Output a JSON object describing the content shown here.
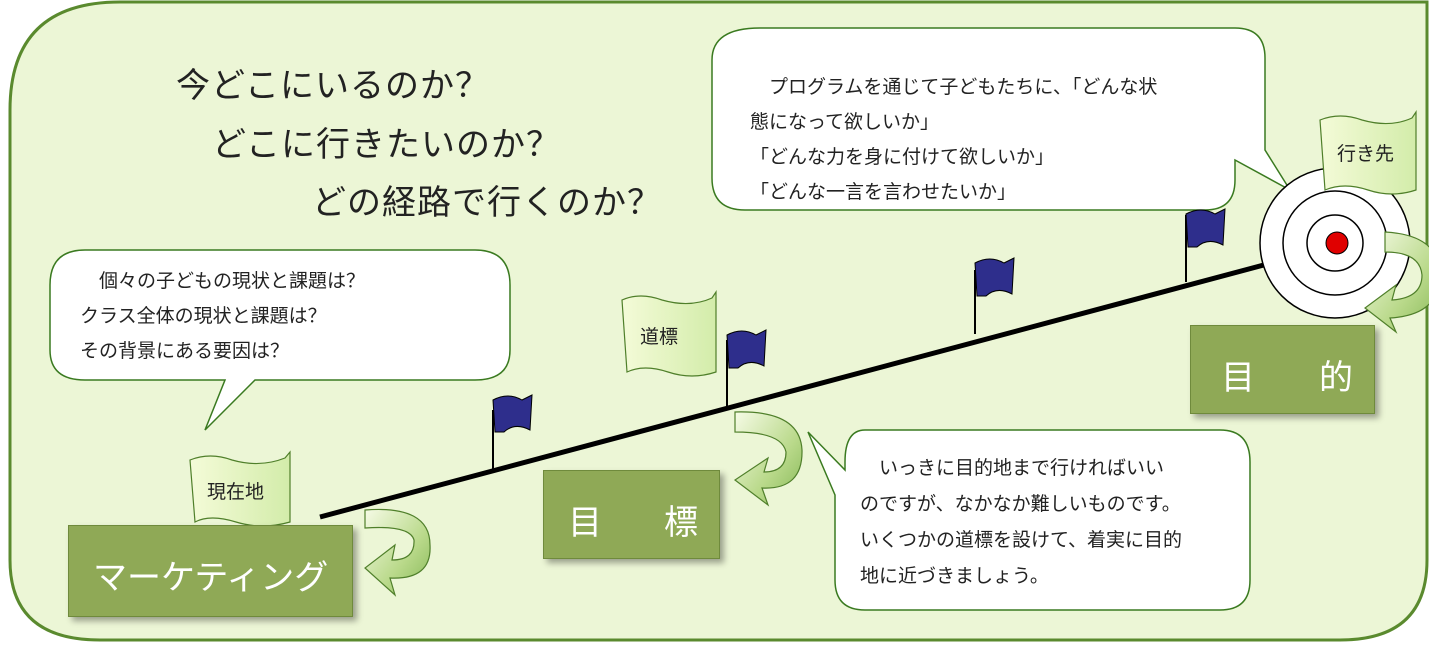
{
  "questions": [
    "今どこにいるのか？",
    "どこに行きたいのか？",
    "どの経路で行くのか？"
  ],
  "bubble_top": [
    "　プログラムを通じて子どもたちに、「どんな状",
    "態になって欲しいか」",
    "「どんな力を身に付けて欲しいか」",
    "「どんな一言を言わせたいか」"
  ],
  "bubble_left": [
    "　個々の子どもの現状と課題は？",
    "クラス全体の現状と課題は？",
    "その背景にある要因は？"
  ],
  "bubble_bottom": [
    "　いっきに目的地まで行ければいい",
    "のですが、なかなか難しいものです。",
    "いくつかの道標を設けて、着実に目的",
    "地に近づきましょう。"
  ],
  "tags": {
    "current": "現在地",
    "waypoint": "道標",
    "destination": "行き先"
  },
  "boxes": {
    "marketing": "マーケティング",
    "goal_left": "目",
    "goal_right": "標",
    "purpose_left": "目",
    "purpose_right": "的"
  },
  "colors": {
    "panel": "#ecf6d6",
    "panel_border": "#5a8a2e",
    "box": "#8fa956",
    "flag": "#2e2e8c",
    "target_center": "#e00000"
  }
}
